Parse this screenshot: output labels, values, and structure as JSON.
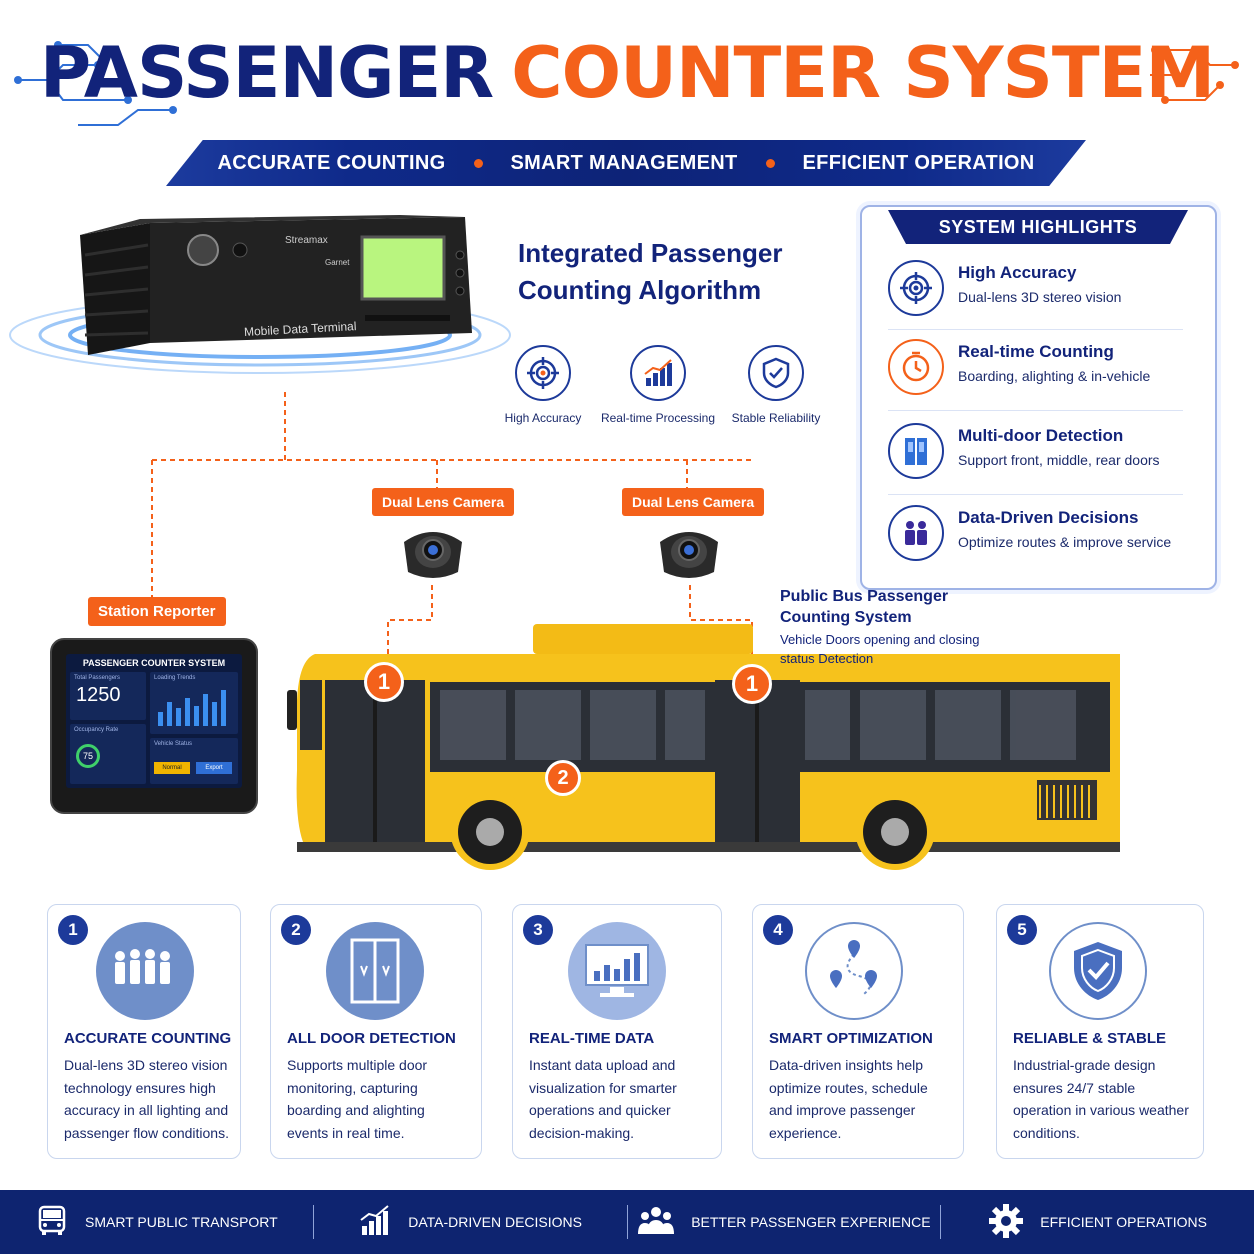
{
  "header": {
    "title_part1": "PASSENGER",
    "title_part2": "COUNTER SYSTEM",
    "tagline": [
      "ACCURATE COUNTING",
      "SMART MANAGEMENT",
      "EFFICIENT OPERATION"
    ]
  },
  "device": {
    "brand": "Streamax",
    "model": "Garnet",
    "label": "Mobile Data Terminal"
  },
  "algorithm": {
    "title_line1": "Integrated Passenger",
    "title_line2": "Counting Algorithm",
    "features": [
      {
        "label": "High Accuracy",
        "icon": "target-icon"
      },
      {
        "label": "Real-time Processing",
        "icon": "bar-chart-icon"
      },
      {
        "label": "Stable Reliability",
        "icon": "shield-check-icon"
      }
    ]
  },
  "highlights": {
    "header": "SYSTEM HIGHLIGHTS",
    "items": [
      {
        "title": "High Accuracy",
        "subtitle": "Dual-lens 3D stereo vision",
        "icon": "target-icon"
      },
      {
        "title": "Real-time Counting",
        "subtitle": "Boarding, alighting & in-vehicle",
        "icon": "clock-icon"
      },
      {
        "title": "Multi-door Detection",
        "subtitle": "Support front, middle, rear doors",
        "icon": "door-icon"
      },
      {
        "title": "Data-Driven Decisions",
        "subtitle": "Optimize routes & improve service",
        "icon": "people-icon"
      }
    ]
  },
  "labels": {
    "camera1": "Dual Lens Camera",
    "camera2": "Dual Lens Camera",
    "station": "Station Reporter"
  },
  "tablet": {
    "title": "PASSENGER COUNTER SYSTEM",
    "total_label": "Total Passengers",
    "total_value": "1250",
    "trend_label": "Loading Trends",
    "occupancy_label": "Occupancy Rate",
    "occupancy_value": "75",
    "status_label": "Vehicle Status",
    "btn_normal": "Normal",
    "btn_export": "Export"
  },
  "bus": {
    "title": "Public Bus Passenger Counting System",
    "subtitle": "Vehicle Doors opening and closing status Detection",
    "markers": [
      "1",
      "1",
      "2"
    ],
    "colors": {
      "body": "#f6c21c",
      "marker": "#f4611a"
    }
  },
  "cards": [
    {
      "num": "1",
      "title": "ACCURATE COUNTING",
      "desc": "Dual-lens 3D stereo vision technology ensures high accuracy in all lighting and passenger flow conditions.",
      "icon": "crowd-icon"
    },
    {
      "num": "2",
      "title": "ALL DOOR DETECTION",
      "desc": "Supports multiple door monitoring,  capturing boarding and alighting events in real time.",
      "icon": "door-icon"
    },
    {
      "num": "3",
      "title": "REAL-TIME DATA",
      "desc": "Instant data upload and visualization for smarter operations and quicker decision-making.",
      "icon": "monitor-chart-icon"
    },
    {
      "num": "4",
      "title": "SMART OPTIMIZATION",
      "desc": "Data-driven insights help optimize routes, schedule and improve passenger experience.",
      "icon": "route-icon"
    },
    {
      "num": "5",
      "title": "RELIABLE & STABLE",
      "desc": "Industrial-grade design ensures 24/7 stable operation in various weather conditions.",
      "icon": "shield-check-icon"
    }
  ],
  "footer": [
    {
      "label": "SMART PUBLIC TRANSPORT",
      "icon": "bus-icon"
    },
    {
      "label": "DATA-DRIVEN DECISIONS",
      "icon": "bar-chart-icon"
    },
    {
      "label": "BETTER PASSENGER EXPERIENCE",
      "icon": "people-icon"
    },
    {
      "label": "EFFICIENT OPERATIONS",
      "icon": "gear-icon"
    }
  ],
  "colors": {
    "navy": "#12237a",
    "orange": "#f4611a",
    "accent_blue": "#1d3a9a"
  }
}
